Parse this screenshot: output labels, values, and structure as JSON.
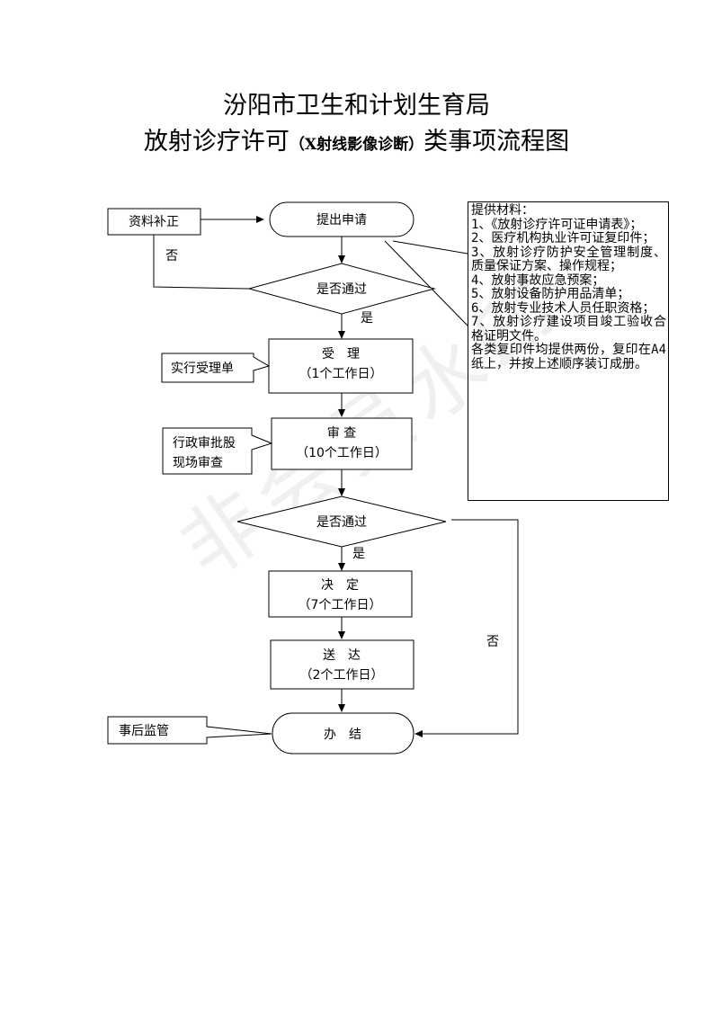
{
  "title": {
    "line1": "汾阳市卫生和计划生育局",
    "line2_main": "放射诊疗许可",
    "line2_paren": "（X射线影像诊断）",
    "line2_suffix": "类事项流程图"
  },
  "watermark": "非会员水印",
  "nodes": {
    "supplement": "资料补正",
    "submit": "提出申请",
    "decision1": "是否通过",
    "accept": "受　理",
    "accept_days": "（1个工作日）",
    "acceptance_slip": "实行受理单",
    "review": "审 查",
    "review_days": "（10个工作日）",
    "admin_review_line1": "行政审批股",
    "admin_review_line2": "现场审查",
    "decision2": "是否通过",
    "decide": "决　定",
    "decide_days": "（7个工作日）",
    "deliver": "送　达",
    "deliver_days": "（2个工作日）",
    "supervision": "事后监管",
    "finish": "办　结"
  },
  "edges": {
    "no1": "否",
    "yes1": "是",
    "yes2": "是",
    "no2": "否"
  },
  "materials": [
    "提供材料：",
    "1、《放射诊疗许可证申请表》；",
    "2、医疗机构执业许可证复印件；",
    "3、放射诊疗防护安全管理制度、质量保证方案、操作规程；",
    "4、放射事故应急预案；",
    "5、放射设备防护用品清单；",
    "6、放射专业技术人员任职资格；",
    "7、放射诊疗建设项目竣工验收合格证明文件。",
    "各类复印件均提供两份，复印在A4纸上，并按上述顺序装订成册。"
  ]
}
